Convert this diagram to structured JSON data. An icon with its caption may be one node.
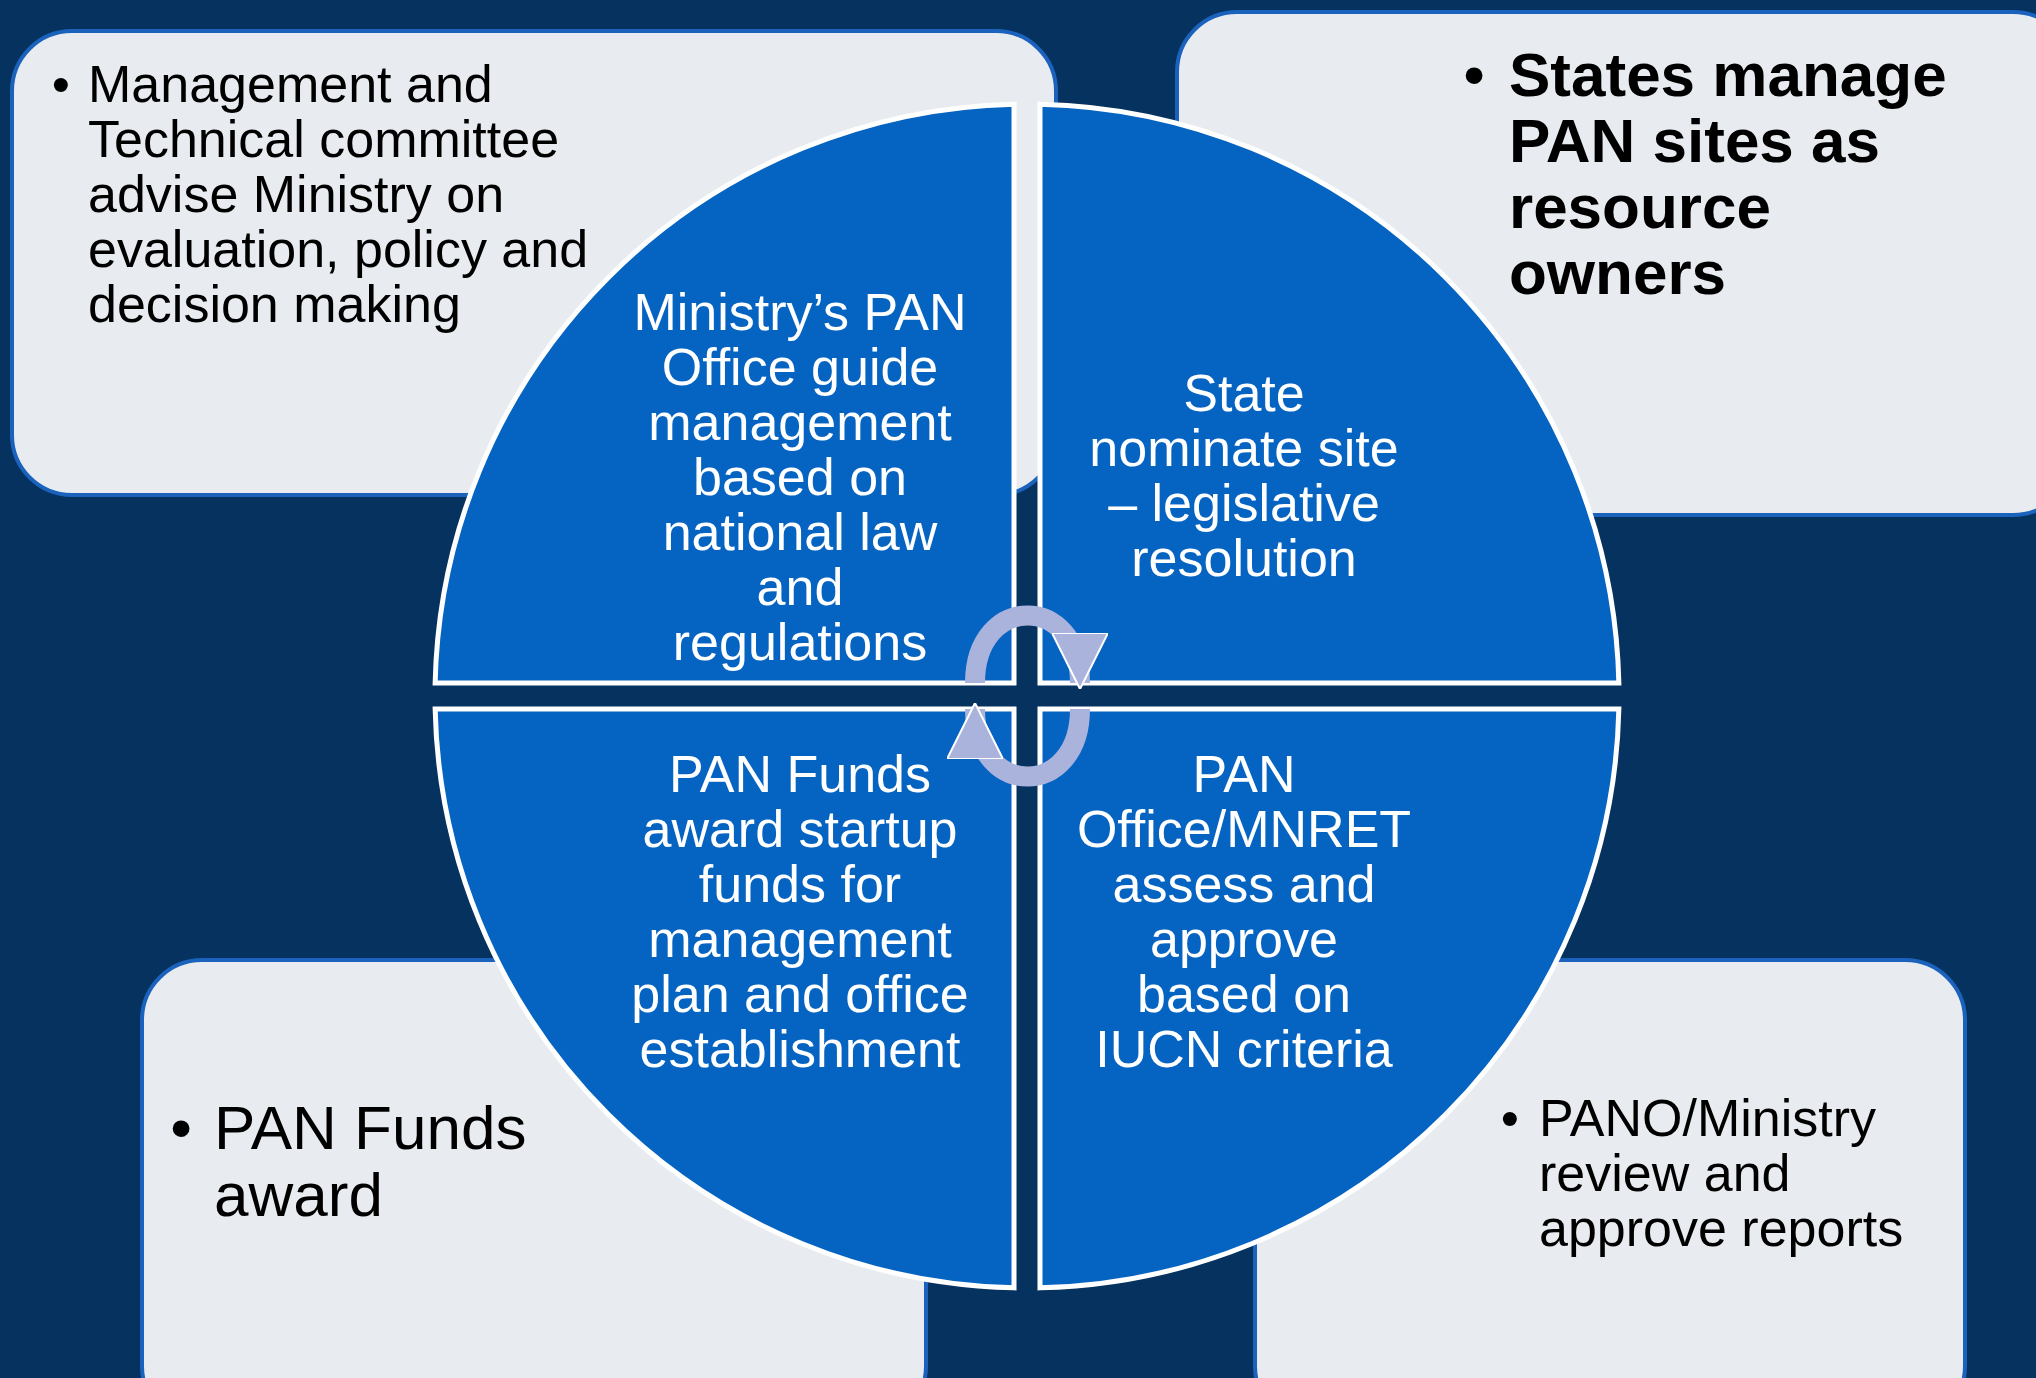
{
  "diagram": {
    "nodes": [
      {
        "text": [
          "•",
          "Management and Technical committee advise Ministry on evaluation, policy and decision making"
        ]
      },
      {
        "text": [
          "•",
          "States manage PAN sites as resource owners"
        ]
      },
      {
        "text": [
          "•",
          "PAN Funds award"
        ]
      },
      {
        "text": [
          "•",
          "PANO/Ministry review and approve reports"
        ]
      },
      {
        "text": [
          "Ministry’s PAN Office guide management based on national law and regulations"
        ]
      },
      {
        "text": [
          "State nominate site – legislative resolution"
        ]
      },
      {
        "text": [
          "PAN Funds award startup funds for management plan and office establishment"
        ]
      },
      {
        "text": [
          "PAN Office/MNRET assess and approve based on IUCN criteria"
        ]
      }
    ],
    "edges": [
      {
        "from": 4,
        "to": 5,
        "arrow": "to"
      },
      {
        "from": 7,
        "to": 6,
        "arrow": "to"
      }
    ]
  }
}
